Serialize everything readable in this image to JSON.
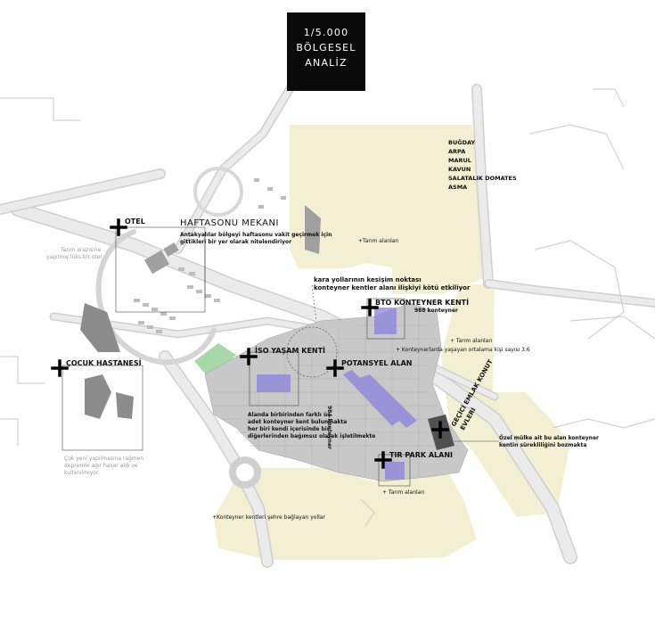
{
  "title": {
    "line1": "1/5.000",
    "line2": "BÖLGESEL",
    "line3": "ANALİZ"
  },
  "crops": [
    "BUĞDAY",
    "ARPA",
    "MARUL",
    "KAVUN",
    "SALATALIK DOMATES",
    "ASMA"
  ],
  "labels": {
    "otel": "OTEL",
    "otel_note1": "Tarım arazisine",
    "otel_note2": "yapılmış lüks bir otel",
    "haftasonu": "HAFTASONU MEKANI",
    "haftasonu_note1": "Antakyalılar bölgeyi haftasonu vakit geçirmek için",
    "haftasonu_note2": "gittikleri bir yer olarak nitelendiriyor",
    "tarim1": "+Tarım alanları",
    "kara1": "kara yollarının kesişim noktası",
    "kara2": "konteyner kentler alanı ilişkiyi kötü etkiliyor",
    "bto": "BTO KONTEYNER KENTİ",
    "bto_count": "988 konteyner",
    "tarim2": "+ Tarım alanları",
    "ortalama": "+ Konteynerlarda yaşayan ortalama kişi sayısı  3.6",
    "cocuk": "ÇOCUK HASTANESİ",
    "cocuk_note1": "Çok yeni yapılmasına rağmen",
    "cocuk_note2": "depremle ağır hasar aldı ve",
    "cocuk_note3": "kullanılmıyor",
    "iso": "İSO YAŞAM KENTİ",
    "potansiyel": "POTANSYEL ALAN",
    "alanda1": "Alanda birbirinden farklı üç",
    "alanda2": "adet konteyner kent bulunmakta",
    "alanda3": "her biri kendi içerisinde bir",
    "alanda4": "diğerlerinden bağımsız olarak işletilmekte",
    "count984": "984 konteyner",
    "gecici1": "GEÇİCİ EMLAK KONUT",
    "gecici2": "EVLERİ",
    "ozel1": "Özel mülke ait bu alan konteyner",
    "ozel2": "kentin sürekliliğini bozmakta",
    "tir": "TIR PARK ALANI",
    "tarim3": "+ Tarım alanları",
    "konteyner_yol": "+Konteyner kentleri şehre bağlayan yollar"
  },
  "colors": {
    "background": "#ffffff",
    "road": "#e6e6e6",
    "road_edge": "#cfcfcf",
    "farmland": "#f3efd2",
    "container": "#c8c8c8",
    "highlight": "#8a83de",
    "green_area": "#a8d8a8",
    "building": "#a0a0a0",
    "title_bg": "#0a0a0a"
  }
}
